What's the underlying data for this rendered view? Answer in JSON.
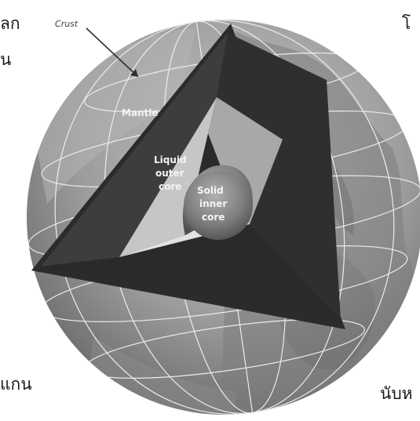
{
  "labels": {
    "crust": "Crust",
    "mantle": "Mantle",
    "outer_core": [
      "Liquid",
      "outer",
      "core"
    ],
    "inner_core": [
      "Solid",
      "inner",
      "core"
    ]
  },
  "page_text": {
    "top_left_1": "ลก",
    "top_left_2": "น",
    "top_right": "โ",
    "bottom_left": "แกน",
    "bottom_right": "นับห"
  },
  "colors": {
    "background": "#ffffff",
    "globe_surface": "#9a9a9a",
    "mantle": "#3a3a3a",
    "outer_core": "#bdbdbd",
    "inner_core": "#7a7a7a",
    "grid_lines": "#e6e6e6"
  }
}
